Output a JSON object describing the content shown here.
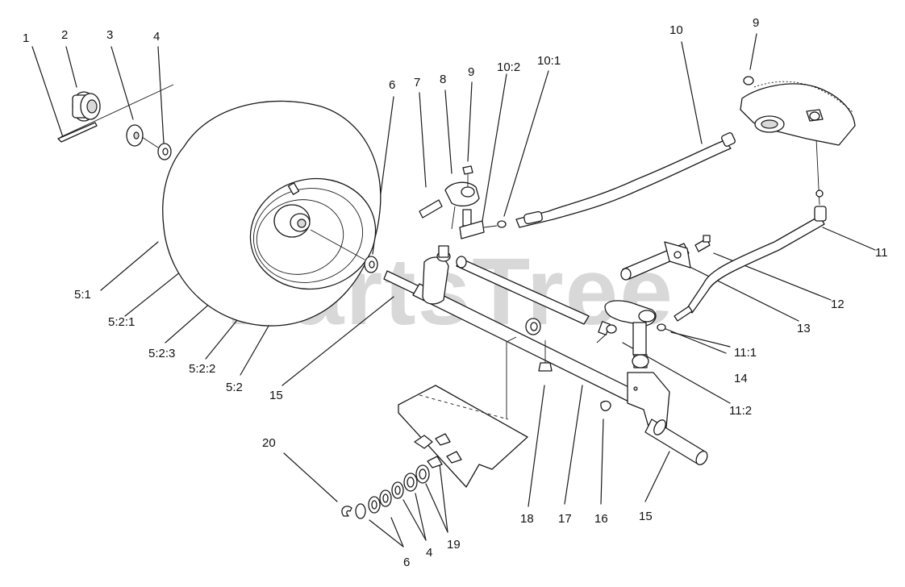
{
  "watermark": {
    "text": "PartsTree",
    "color": "#d8d8d8"
  },
  "callouts": [
    {
      "id": "c1",
      "text": "1"
    },
    {
      "id": "c2",
      "text": "2"
    },
    {
      "id": "c3",
      "text": "3"
    },
    {
      "id": "c4a",
      "text": "4"
    },
    {
      "id": "c6a",
      "text": "6"
    },
    {
      "id": "c7",
      "text": "7"
    },
    {
      "id": "c8",
      "text": "8"
    },
    {
      "id": "c9a",
      "text": "9"
    },
    {
      "id": "c10_2",
      "text": "10:2"
    },
    {
      "id": "c10_1",
      "text": "10:1"
    },
    {
      "id": "c10",
      "text": "10"
    },
    {
      "id": "c9b",
      "text": "9"
    },
    {
      "id": "c11",
      "text": "11"
    },
    {
      "id": "c12",
      "text": "12"
    },
    {
      "id": "c13",
      "text": "13"
    },
    {
      "id": "c11_1",
      "text": "11:1"
    },
    {
      "id": "c14",
      "text": "14"
    },
    {
      "id": "c11_2",
      "text": "11:2"
    },
    {
      "id": "c5_1",
      "text": "5:1"
    },
    {
      "id": "c5_2_1",
      "text": "5:2:1"
    },
    {
      "id": "c5_2_3",
      "text": "5:2:3"
    },
    {
      "id": "c5_2_2",
      "text": "5:2:2"
    },
    {
      "id": "c5_2",
      "text": "5:2"
    },
    {
      "id": "c15a",
      "text": "15"
    },
    {
      "id": "c20",
      "text": "20"
    },
    {
      "id": "c6b",
      "text": "6"
    },
    {
      "id": "c4b",
      "text": "4"
    },
    {
      "id": "c19",
      "text": "19"
    },
    {
      "id": "c18",
      "text": "18"
    },
    {
      "id": "c17",
      "text": "17"
    },
    {
      "id": "c16",
      "text": "16"
    },
    {
      "id": "c15b",
      "text": "15"
    }
  ]
}
